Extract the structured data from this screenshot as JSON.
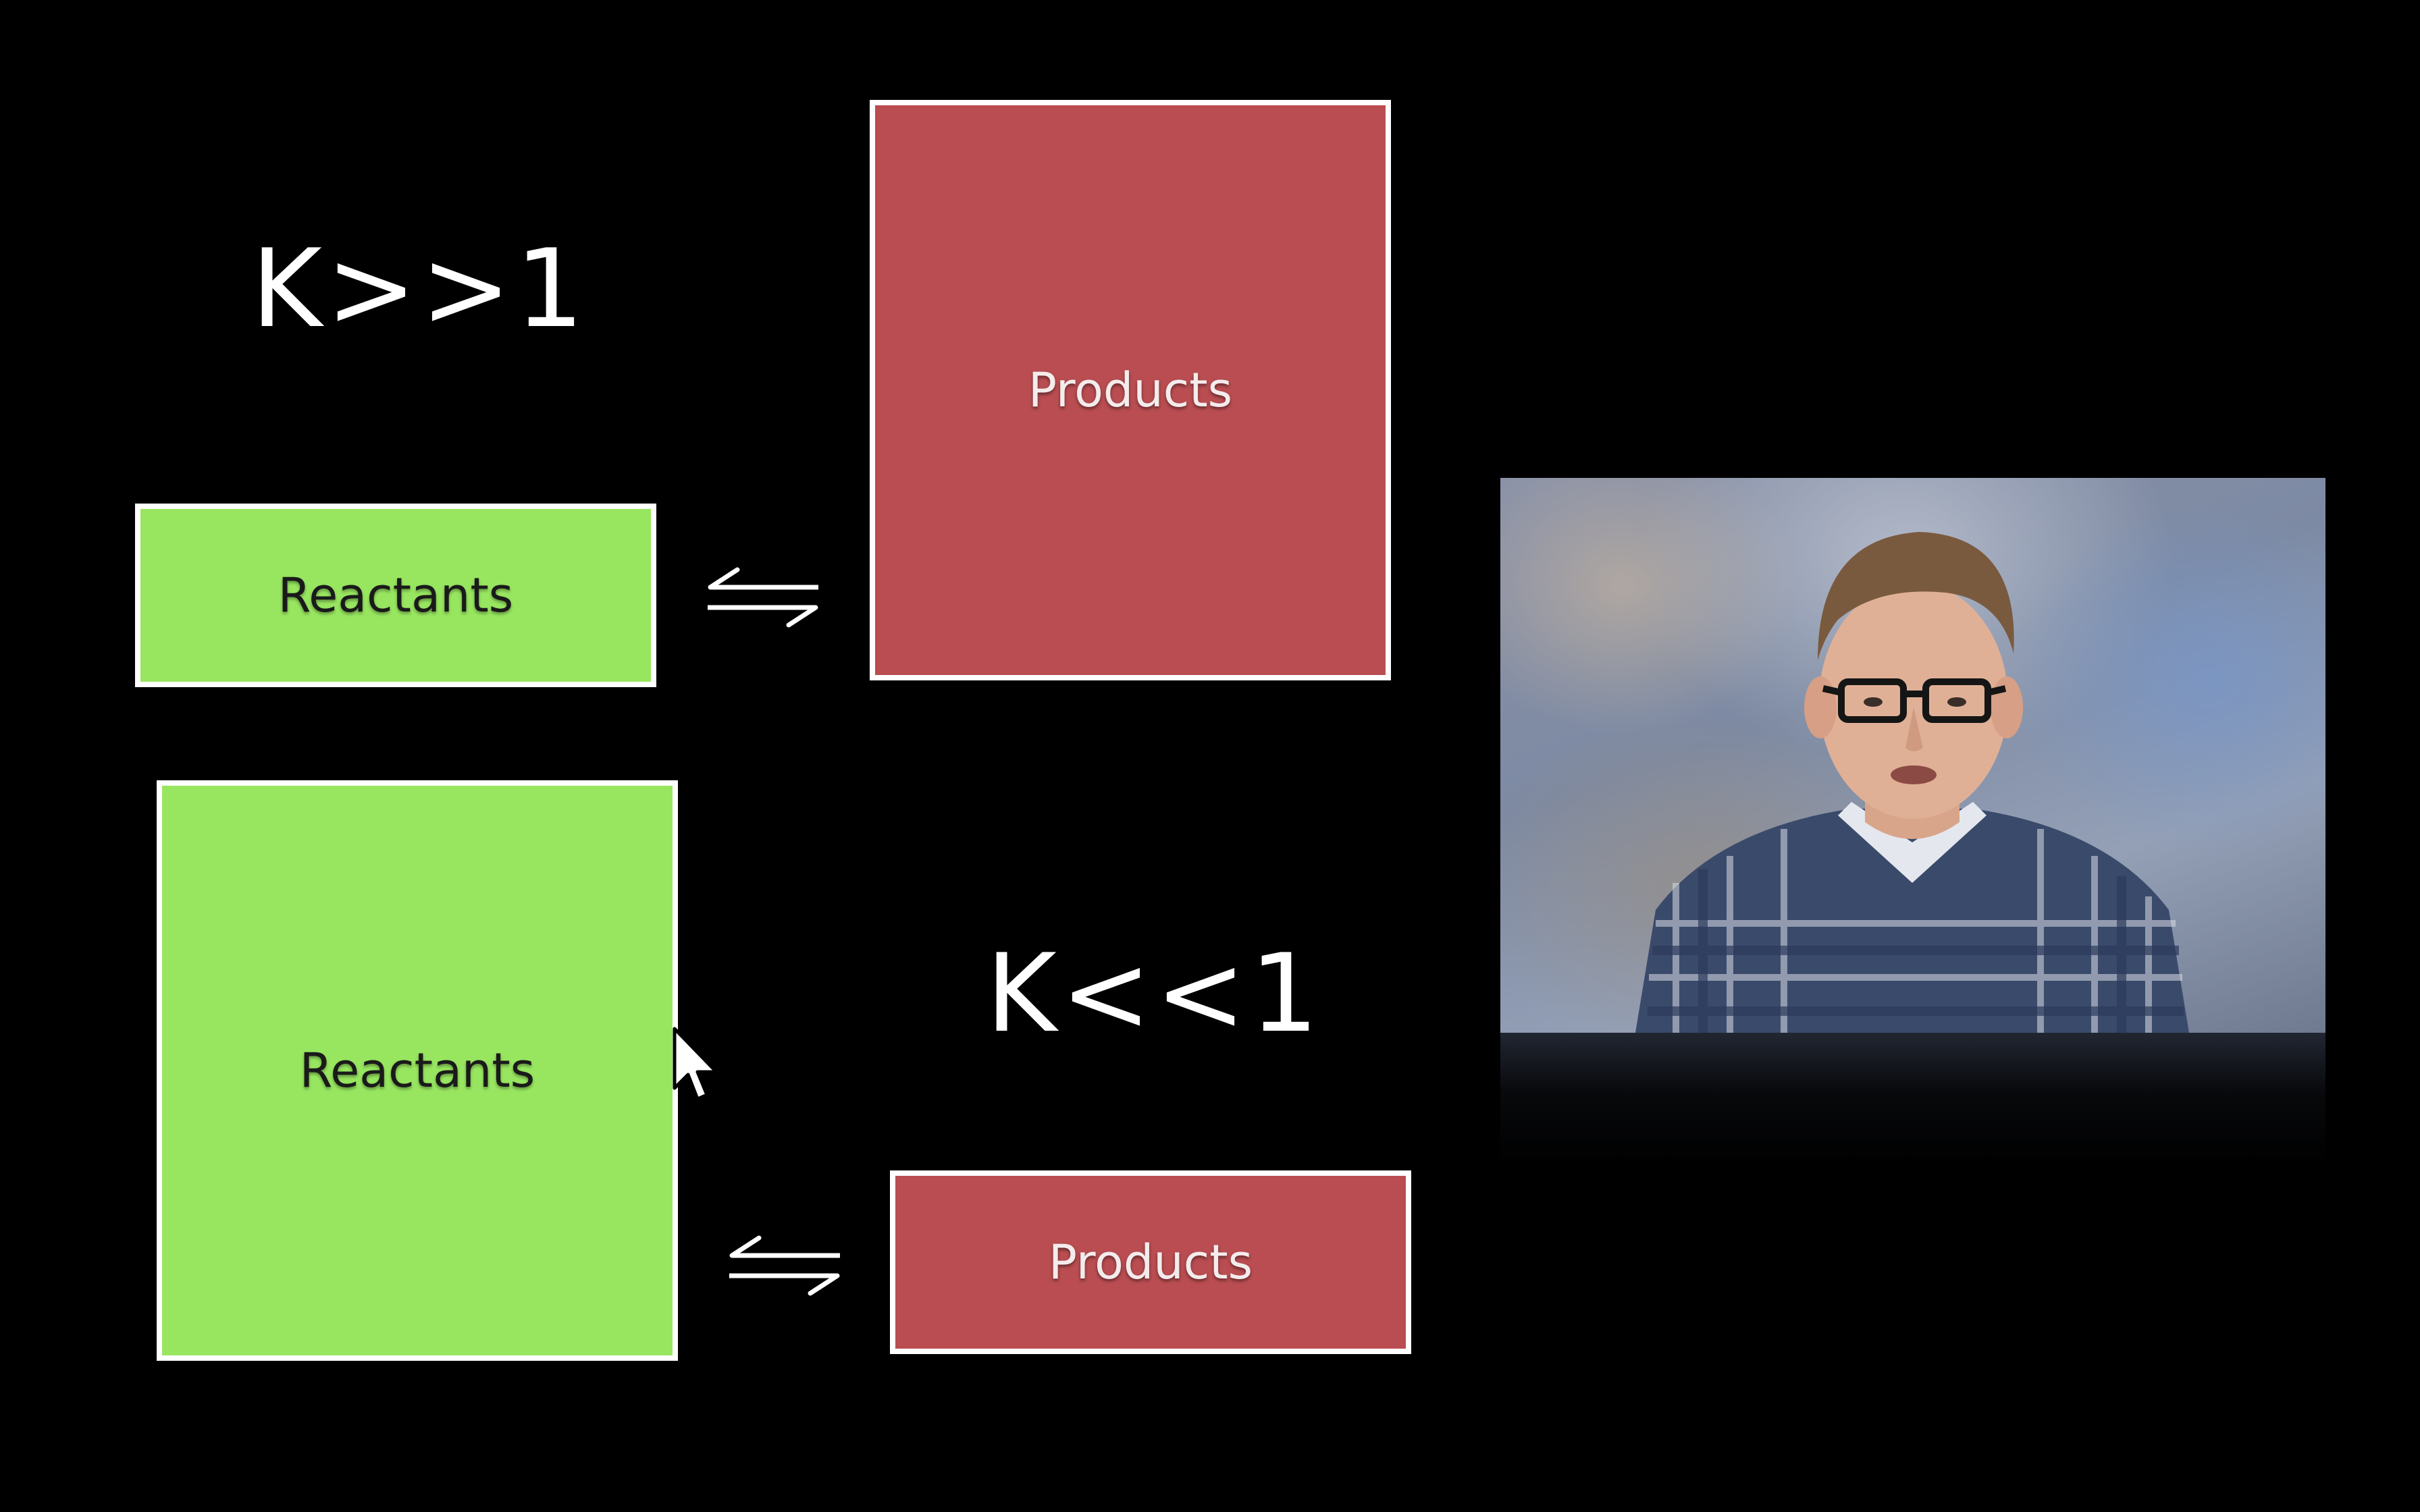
{
  "slide": {
    "top_equation": {
      "k_label": "K>>1",
      "reactants_label": "Reactants",
      "products_label": "Products",
      "arrow_icon": "equilibrium-arrows-icon"
    },
    "bottom_equation": {
      "k_label": "K<<1",
      "reactants_label": "Reactants",
      "products_label": "Products",
      "arrow_icon": "equilibrium-arrows-icon"
    }
  },
  "colors": {
    "background": "#000000",
    "reactants": "#98e660",
    "products": "#b94d51",
    "border": "#ffffff",
    "text": "#ffffff"
  },
  "video": {
    "content": "presenter-webcam-feed"
  },
  "cursor_icon": "mouse-pointer-icon"
}
